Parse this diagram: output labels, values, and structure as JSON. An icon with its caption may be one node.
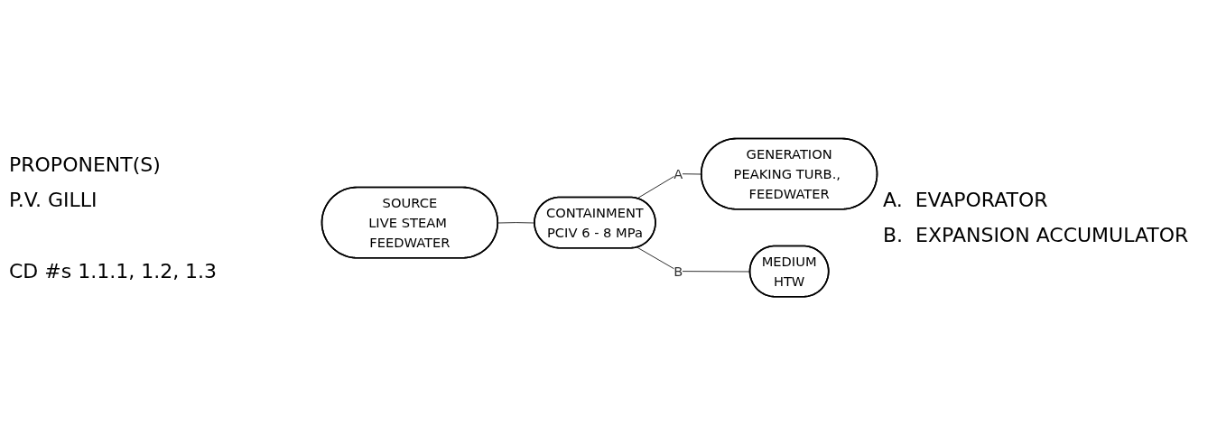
{
  "diagram": {
    "nodes": [
      {
        "text": [
          "SOURCE",
          "LIVE STEAM FEEDWATER"
        ]
      },
      {
        "text": [
          "CONTAINMENT",
          "PCIV 6 - 8 MPa"
        ]
      },
      {
        "text": [
          "GENERATION",
          "PEAKING TURB., FEEDWATER"
        ]
      },
      {
        "text": [
          "MEDIUM",
          "HTW"
        ]
      }
    ],
    "edges": [
      {
        "from": 0,
        "to": 1,
        "arrow": "none"
      },
      {
        "from": 1,
        "to": 2,
        "arrow": "none",
        "label": "A"
      },
      {
        "from": 1,
        "to": 3,
        "arrow": "none",
        "label": "B"
      }
    ],
    "labels": [
      "PROPONENT(S)",
      "P.V. GILLI",
      "A.  EVAPORATOR",
      "B.  EXPANSION ACCUMULATOR",
      "CD #s 1.1.1, 1.2, 1.3"
    ]
  }
}
